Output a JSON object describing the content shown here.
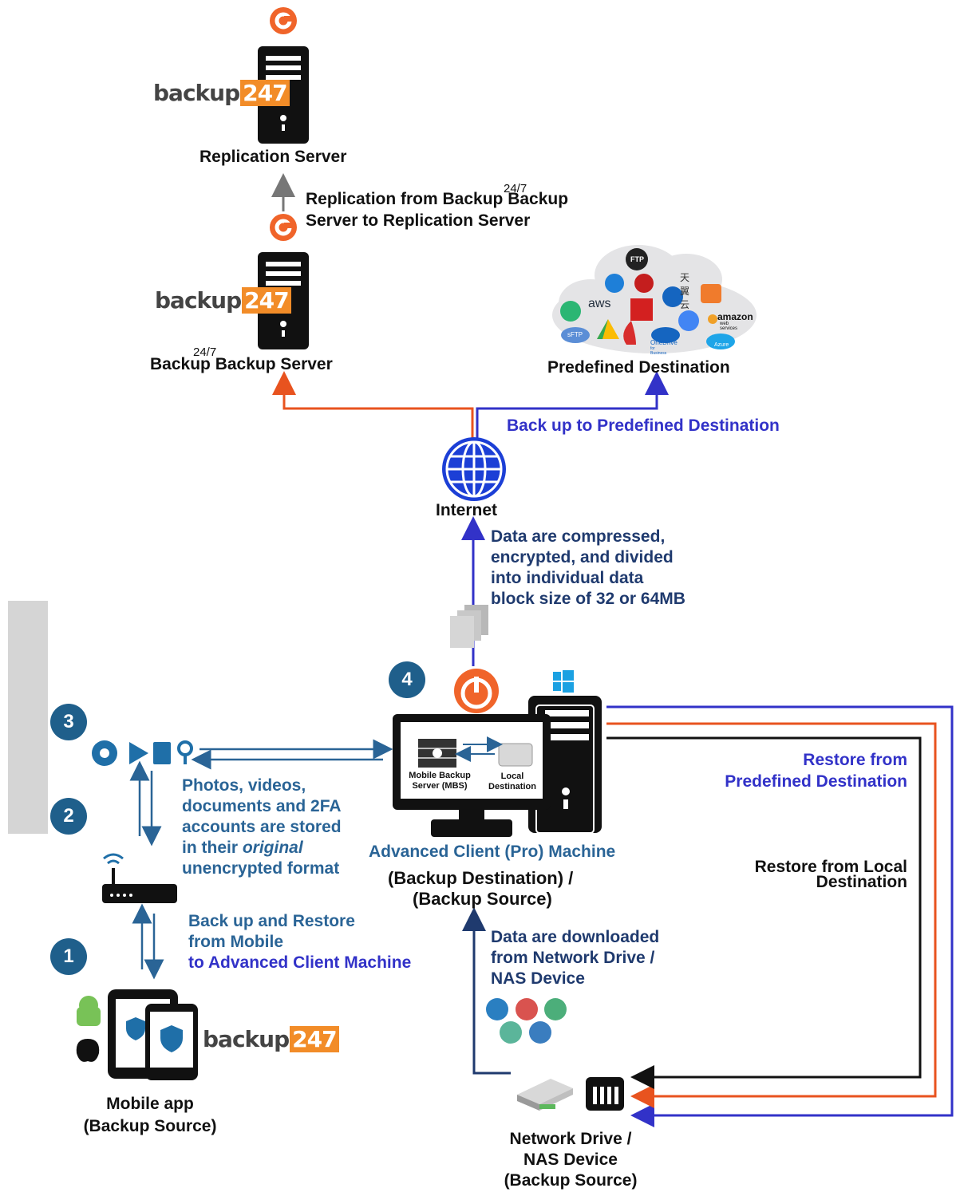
{
  "replication_server": {
    "logo_text": "backup",
    "logo_num": "247",
    "label": "Replication Server"
  },
  "replication_note": {
    "superscript": "24/7",
    "line1": "Replication from Backup Backup",
    "line2": "Server to Replication Server"
  },
  "backup_server": {
    "logo_text": "backup",
    "logo_num": "247",
    "superscript": "24/7",
    "label": "Backup Backup Server"
  },
  "predefined": {
    "label": "Predefined Destination",
    "cloud_labels": {
      "ftp": "FTP",
      "aws": "aws",
      "tianyi": "天翼云",
      "amazon": "amazon",
      "amazon_sub": "web services",
      "sftp": "sFTP",
      "onedrive": "OneDrive",
      "onedrive_sub": "for Business",
      "azure": "Azure"
    }
  },
  "backup_to_predefined": "Back up to Predefined Destination",
  "internet": {
    "label": "Internet"
  },
  "data_compressed": [
    "Data are compressed,",
    "encrypted, and divided",
    "into individual data",
    "block size of 32 or 64MB"
  ],
  "steps": {
    "s1": "1",
    "s2": "2",
    "s3": "3",
    "s4": "4"
  },
  "mobile_note": {
    "line1": "Photos, videos,",
    "line2": "documents and 2FA",
    "line3": "accounts are stored",
    "line4_pre": "in their ",
    "line4_em": "original",
    "line5": "unencrypted format"
  },
  "backup_restore_mobile": [
    "Back up and Restore",
    "from Mobile",
    "to Advanced Client Machine"
  ],
  "monitor": {
    "mbs_line1": "Mobile Backup",
    "mbs_line2": "Server (MBS)",
    "local_line1": "Local",
    "local_line2": "Destination"
  },
  "advanced_client": {
    "title": "Advanced Client (Pro) Machine",
    "line2": "(Backup Destination) /",
    "line3": "(Backup Source)"
  },
  "restore_predefined": [
    "Restore from",
    "Predefined Destination"
  ],
  "restore_local": [
    "Restore from Local",
    "Destination"
  ],
  "data_downloaded": [
    "Data are downloaded",
    "from Network Drive /",
    "NAS Device"
  ],
  "mobile_app": {
    "logo_text": "backup",
    "logo_num": "247",
    "line1": "Mobile app",
    "line2": "(Backup Source)"
  },
  "network_drive": {
    "line1": "Network Drive /",
    "line2": "NAS Device",
    "line3": "(Backup Source)"
  },
  "colors": {
    "orange": "#e8531f",
    "indigo": "#3232c8",
    "teal": "#2a6496",
    "black": "#111111"
  }
}
